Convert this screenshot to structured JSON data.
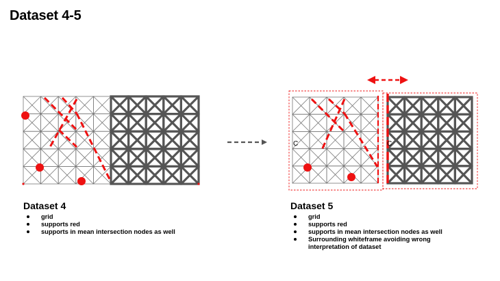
{
  "slide": {
    "title": "Dataset 4-5"
  },
  "dataset4": {
    "heading": "Dataset 4",
    "bullets": [
      "grid",
      "supports red",
      "supports in mean intersection nodes as well"
    ]
  },
  "dataset5": {
    "heading": "Dataset 5",
    "bullets": [
      "grid",
      "supports red",
      "supports in mean intersection nodes as well",
      "Surrounding whiteframe avoiding wrong interpretation of dataset"
    ],
    "labels": [
      "C",
      "C"
    ]
  },
  "colors": {
    "support": "#ee1111",
    "dark_lattice": "#555555",
    "light_lattice": "#777777",
    "arrow": "#555555"
  }
}
